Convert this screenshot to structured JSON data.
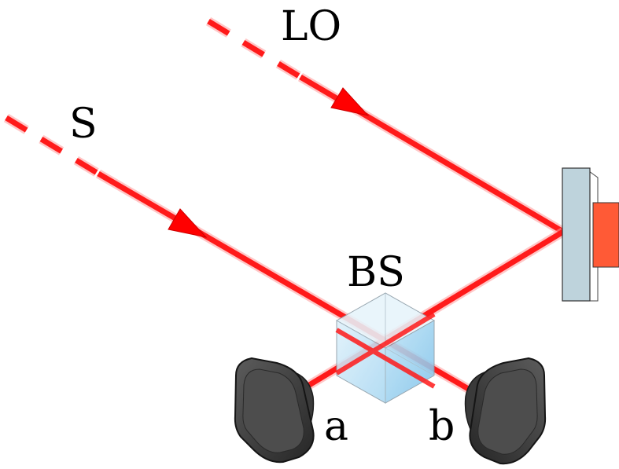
{
  "labels": {
    "lo": "LO",
    "signal": "S",
    "beam_splitter": "BS",
    "detector_a": "a",
    "detector_b": "b"
  },
  "colors": {
    "beam": "#ff1a1a",
    "beam_glow": "#ff8080",
    "cube_face_front": "#bfe3f7",
    "cube_face_side": "#8fcbed",
    "cube_face_top": "#e4f3fb",
    "mirror_body": "#bed3dc",
    "mirror_back": "#ff5a36",
    "detector_body": "#3a3a3a",
    "detector_face": "#505050",
    "label_text": "#000000"
  },
  "icons": {
    "beam_splitter": "beam-splitter-cube-icon",
    "mirror": "mirror-icon",
    "detector_a": "photodetector-icon",
    "detector_b": "photodetector-icon",
    "arrow": "beam-direction-arrow-icon"
  }
}
